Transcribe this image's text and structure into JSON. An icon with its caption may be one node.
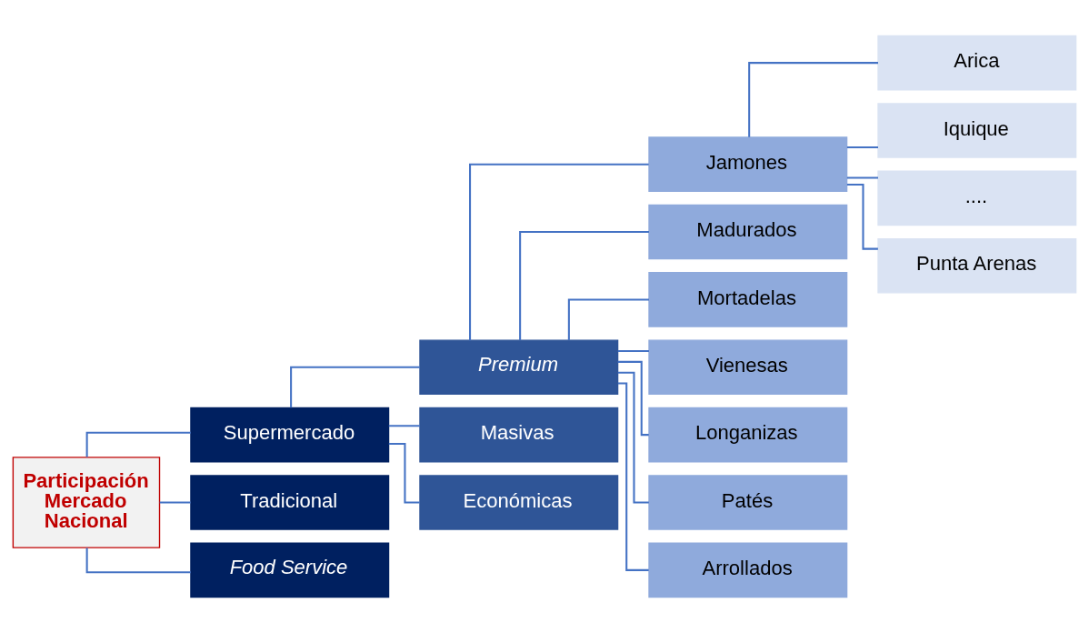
{
  "diagram": {
    "nodes": [
      {
        "text": [
          "Participación Mercado Nacional"
        ]
      },
      {
        "text": [
          "Supermercado"
        ]
      },
      {
        "text": [
          "Tradicional"
        ]
      },
      {
        "text": [
          "Food Service"
        ]
      },
      {
        "text": [
          "Premium"
        ]
      },
      {
        "text": [
          "Masivas"
        ]
      },
      {
        "text": [
          "Económicas"
        ]
      },
      {
        "text": [
          "Jamones"
        ]
      },
      {
        "text": [
          "Madurados"
        ]
      },
      {
        "text": [
          "Mortadelas"
        ]
      },
      {
        "text": [
          "Vienesas"
        ]
      },
      {
        "text": [
          "Longanizas"
        ]
      },
      {
        "text": [
          "Patés"
        ]
      },
      {
        "text": [
          "Arrollados"
        ]
      },
      {
        "text": [
          "Arica"
        ]
      },
      {
        "text": [
          "Iquique"
        ]
      },
      {
        "text": [
          "...."
        ]
      },
      {
        "text": [
          "Punta Arenas"
        ]
      }
    ],
    "edges": [
      {
        "from": 0,
        "to": 1,
        "arrow": "none"
      },
      {
        "from": 0,
        "to": 2,
        "arrow": "none"
      },
      {
        "from": 0,
        "to": 3,
        "arrow": "none"
      },
      {
        "from": 1,
        "to": 4,
        "arrow": "none"
      },
      {
        "from": 1,
        "to": 5,
        "arrow": "none"
      },
      {
        "from": 1,
        "to": 6,
        "arrow": "none"
      },
      {
        "from": 4,
        "to": 7,
        "arrow": "none"
      },
      {
        "from": 4,
        "to": 8,
        "arrow": "none"
      },
      {
        "from": 4,
        "to": 9,
        "arrow": "none"
      },
      {
        "from": 4,
        "to": 10,
        "arrow": "none"
      },
      {
        "from": 4,
        "to": 11,
        "arrow": "none"
      },
      {
        "from": 4,
        "to": 12,
        "arrow": "none"
      },
      {
        "from": 4,
        "to": 13,
        "arrow": "none"
      },
      {
        "from": 7,
        "to": 14,
        "arrow": "none"
      },
      {
        "from": 7,
        "to": 15,
        "arrow": "none"
      },
      {
        "from": 7,
        "to": 16,
        "arrow": "none"
      },
      {
        "from": 7,
        "to": 17,
        "arrow": "none"
      }
    ]
  }
}
